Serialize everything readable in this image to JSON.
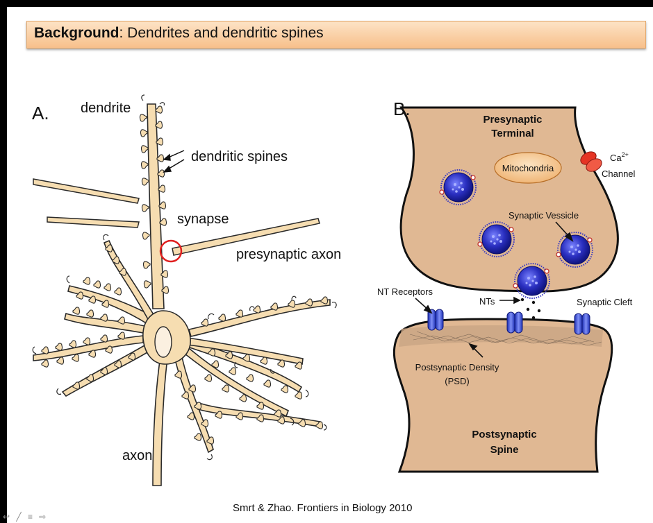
{
  "header": {
    "title_bold": "Background",
    "title_rest": ": Dendrites and dendritic spines"
  },
  "panel_a": {
    "letter": "A.",
    "labels": {
      "dendrite": "dendrite",
      "dendritic_spines": "dendritic spines",
      "synapse": "synapse",
      "presynaptic_axon": "presynaptic axon",
      "axon": "axon"
    }
  },
  "panel_b": {
    "letter": "B.",
    "labels": {
      "presynaptic_terminal_1": "Presynaptic",
      "presynaptic_terminal_2": "Terminal",
      "mitochondria": "Mitochondria",
      "ca_channel_1": "Ca",
      "ca_channel_sup": "2+",
      "ca_channel_2": "Channel",
      "synaptic_vessicle": "Synaptic Vessicle",
      "nt_receptors": "NT Receptors",
      "nts": "NTs",
      "synaptic_cleft": "Synaptic Cleft",
      "psd_1": "Postsynaptic Density",
      "psd_2": "(PSD)",
      "postsynaptic_spine_1": "Postsynaptic",
      "postsynaptic_spine_2": "Spine"
    }
  },
  "footer": {
    "citation": "Smrt & Zhao. Frontiers in Biology 2010",
    "nav_icons": "↩ ╱ ≡ ⇨"
  },
  "colors": {
    "neuron_fill": "#f6ddb1",
    "neuron_stroke": "#2a2a2a",
    "terminal_fill": "#e0b893",
    "vesicle": "#1b20a8",
    "receptor": "#2a40c8",
    "synapse_circle": "#e02020",
    "ca_channel": "#e53424"
  }
}
